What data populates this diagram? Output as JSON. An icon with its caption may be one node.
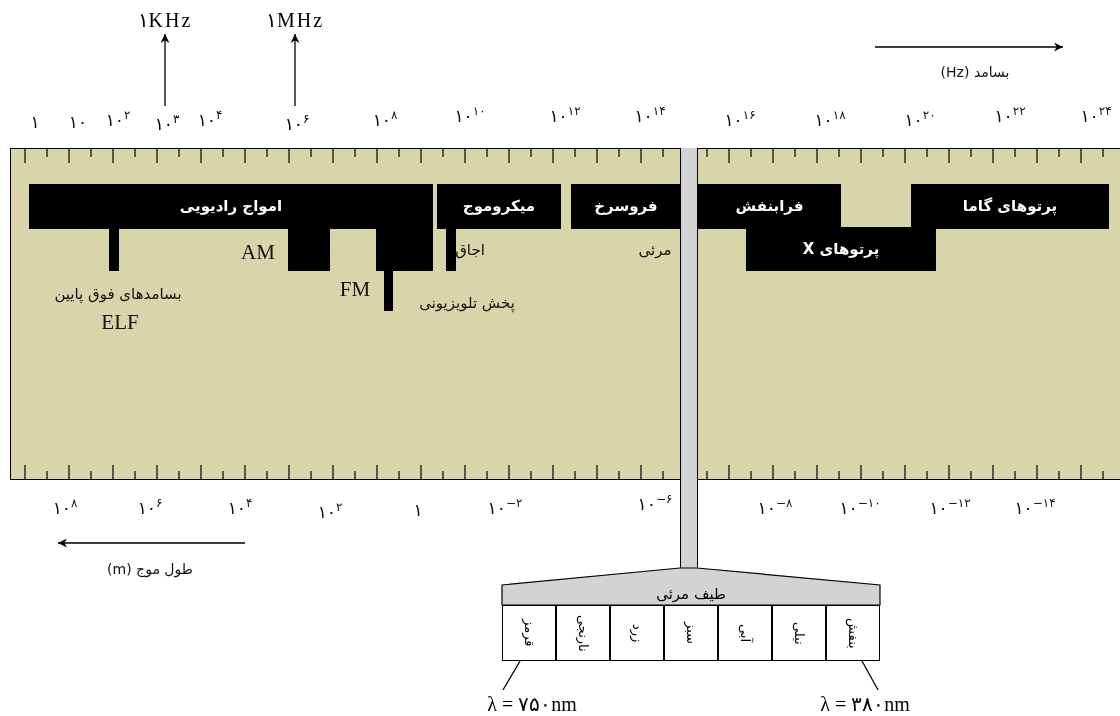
{
  "diagram": {
    "nodes": [
      {
        "text": [],
        "shape": "box"
      },
      {
        "text": [
          "امواج رادیویی"
        ],
        "in": 0
      },
      {
        "text": [
          "میکروموج"
        ],
        "in": 0
      },
      {
        "text": [
          "فروسرخ"
        ],
        "in": 0
      },
      {
        "text": [
          "فرابنفش"
        ],
        "in": 0
      },
      {
        "text": [
          "پرتوهای گاما"
        ],
        "in": 0
      },
      {
        "text": [
          "پرتوهای X"
        ],
        "in": 0
      },
      {
        "text": [
          "۱KHz"
        ]
      },
      {
        "text": [
          "۱MHz"
        ]
      },
      {
        "text": [
          "طیف مرئی"
        ]
      },
      {
        "text": [
          "قرمز"
        ]
      },
      {
        "text": [
          "نارنجی"
        ]
      },
      {
        "text": [
          "زرد"
        ]
      },
      {
        "text": [
          "سبز"
        ]
      },
      {
        "text": [
          "آبی"
        ]
      },
      {
        "text": [
          "نیلی"
        ]
      },
      {
        "text": [
          "بنفش"
        ]
      },
      {
        "text": [
          "λ = ۷۵۰nm"
        ]
      },
      {
        "text": [
          "λ = ۳۸۰nm"
        ]
      },
      {
        "text": [
          "۱۰$^{۳}$"
        ]
      },
      {
        "text": [
          "۱۰$^{۶}$"
        ]
      }
    ],
    "edges": [
      {
        "from": 19,
        "to": 7,
        "arrow": "to"
      },
      {
        "from": 20,
        "to": 8,
        "arrow": "to"
      },
      {
        "from": 17,
        "to": 10,
        "arrow": "none"
      },
      {
        "from": 18,
        "to": 16,
        "arrow": "none"
      }
    ],
    "labels": [
      "۱",
      "۱۰",
      "۱۰$^{۲}$",
      "۱۰$^{۴}$",
      "۱۰$^{۸}$",
      "۱۰$^{۱۰}$",
      "۱۰$^{۱۲}$",
      "۱۰$^{۱۴}$",
      "۱۰$^{۱۶}$",
      "۱۰$^{۱۸}$",
      "۱۰$^{۲۰}$",
      "۱۰$^{۲۲}$",
      "۱۰$^{۲۴}$",
      "بسامد (Hz)",
      "AM",
      "اجاق",
      "مرئی",
      "بسامدهای فوق پایین",
      "FM",
      "پخش تلویزیونی",
      "ELF",
      "۱۰$^{۸}$",
      "۱۰$^{۶}$",
      "۱۰$^{۴}$",
      "۱۰$^{۲}$",
      "۱",
      "۱۰$^{−۲}$",
      "۱۰$^{−۶}$",
      "۱۰$^{−۸}$",
      "۱۰$^{−۱۰}$",
      "۱۰$^{−۱۲}$",
      "۱۰$^{−۱۴}$",
      "طول موج (m)"
    ]
  }
}
